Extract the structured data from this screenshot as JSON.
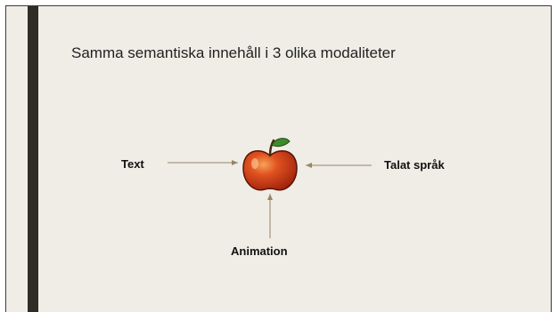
{
  "slide": {
    "title": "Samma semantiska innehåll i 3 olika modaliteter"
  },
  "diagram": {
    "center": {
      "icon": "apple-icon"
    },
    "labels": {
      "text": "Text",
      "spoken_language": "Talat språk",
      "animation": "Animation"
    }
  },
  "colors": {
    "background": "#efede6",
    "accent_bar": "#2f2d24",
    "arrow": "#9a8466",
    "apple_red": "#c8321a",
    "leaf_green": "#3f8a2a"
  }
}
